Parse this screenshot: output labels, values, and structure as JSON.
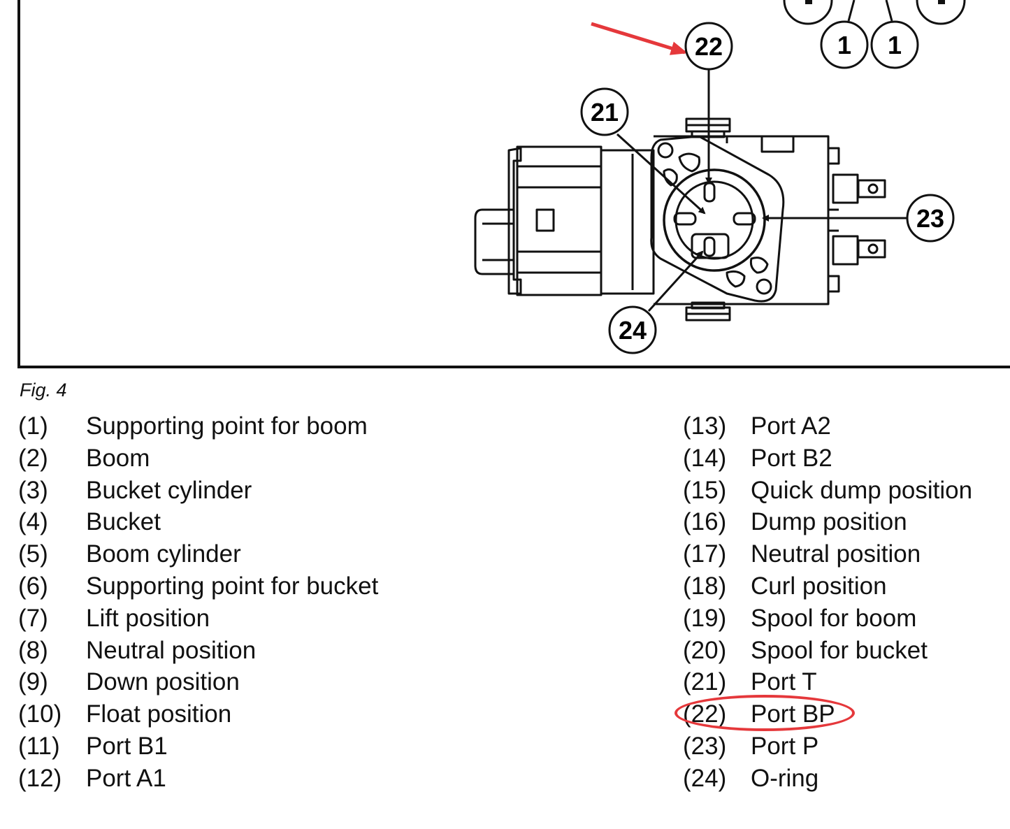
{
  "figure": {
    "callouts": [
      {
        "id": "c22",
        "number": "22"
      },
      {
        "id": "c21",
        "number": "21"
      },
      {
        "id": "c23",
        "number": "23"
      },
      {
        "id": "c24",
        "number": "24"
      },
      {
        "id": "c1a",
        "number": "1"
      },
      {
        "id": "c1b",
        "number": "1"
      }
    ],
    "annotation_color": "#e5383b"
  },
  "caption": "Fig. 4",
  "legend": {
    "left": [
      {
        "num": "(1)",
        "label": "Supporting point for boom"
      },
      {
        "num": "(2)",
        "label": "Boom"
      },
      {
        "num": "(3)",
        "label": "Bucket cylinder"
      },
      {
        "num": "(4)",
        "label": "Bucket"
      },
      {
        "num": "(5)",
        "label": "Boom cylinder"
      },
      {
        "num": "(6)",
        "label": "Supporting point for bucket"
      },
      {
        "num": "(7)",
        "label": "Lift position"
      },
      {
        "num": "(8)",
        "label": "Neutral position"
      },
      {
        "num": "(9)",
        "label": "Down position"
      },
      {
        "num": "(10)",
        "label": "Float position"
      },
      {
        "num": "(11)",
        "label": "Port B1"
      },
      {
        "num": "(12)",
        "label": "Port A1"
      }
    ],
    "right": [
      {
        "num": "(13)",
        "label": "Port A2"
      },
      {
        "num": "(14)",
        "label": "Port B2"
      },
      {
        "num": "(15)",
        "label": "Quick dump position"
      },
      {
        "num": "(16)",
        "label": "Dump position"
      },
      {
        "num": "(17)",
        "label": "Neutral position"
      },
      {
        "num": "(18)",
        "label": "Curl position"
      },
      {
        "num": "(19)",
        "label": "Spool for boom"
      },
      {
        "num": "(20)",
        "label": "Spool for bucket"
      },
      {
        "num": "(21)",
        "label": "Port T"
      },
      {
        "num": "(22)",
        "label": "Port BP"
      },
      {
        "num": "(23)",
        "label": "Port P"
      },
      {
        "num": "(24)",
        "label": "O-ring"
      }
    ]
  }
}
